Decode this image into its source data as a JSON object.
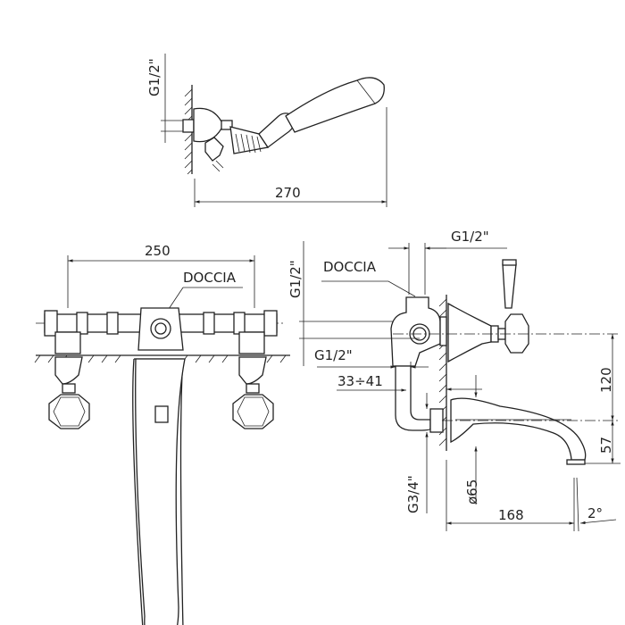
{
  "top_view": {
    "connection_label": "G1/2\"",
    "width_label": "270"
  },
  "front_view": {
    "width_label": "250",
    "shower_label": "DOCCIA"
  },
  "side_view": {
    "shower_label": "DOCCIA",
    "top_connection_label": "G1/2\"",
    "vertical_connection_label": "G1/2\"",
    "side_connection_label": "G1/2\"",
    "adjust_range_label": "33÷41",
    "height_label": "120",
    "spout_height_label": "57",
    "inlet_label": "G3/4\"",
    "diameter_label": "ø65",
    "spout_length_label": "168",
    "angle_label": "2°"
  }
}
